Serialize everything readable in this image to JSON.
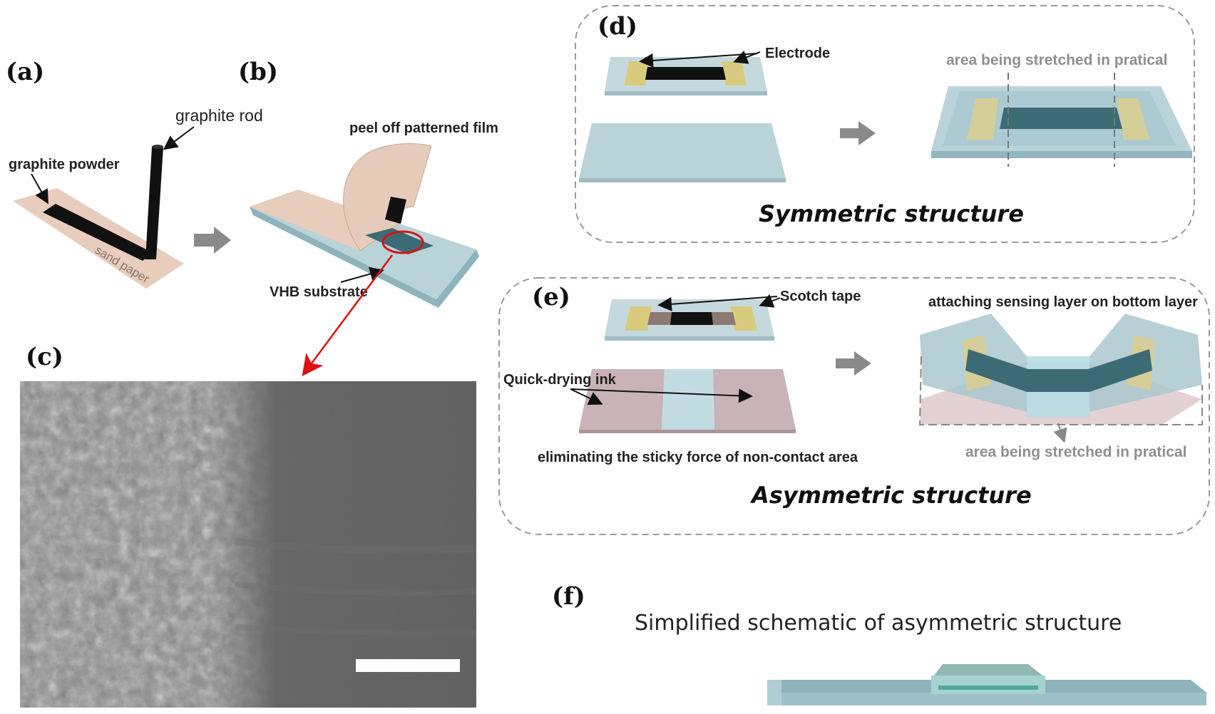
{
  "panels": {
    "a": {
      "label": "(a)",
      "graphite_rod": "graphite rod",
      "graphite_powder": "graphite powder",
      "sand_paper": "sand paper"
    },
    "b": {
      "label": "(b)",
      "peel_off": "peel off patterned film",
      "vhb": "VHB substrate"
    },
    "c": {
      "label": "(c)"
    },
    "d": {
      "label": "(d)",
      "electrode": "Electrode",
      "stretched": "area being stretched in pratical",
      "caption": "Symmetric structure"
    },
    "e": {
      "label": "(e)",
      "scotch": "Scotch tape",
      "attaching": "attaching sensing layer on bottom layer",
      "ink": "Quick-drying ink",
      "eliminating": "eliminating the sticky force of non-contact area",
      "stretched": "area being stretched in pratical",
      "caption": "Asymmetric structure"
    },
    "f": {
      "label": "(f)",
      "title": "Simplified schematic of asymmetric structure"
    }
  },
  "colors": {
    "substrate": "#b9d3d9",
    "substrate_edge": "#8fb3bd",
    "sand_paper": "#e8cdbd",
    "graphite": "#111111",
    "electrode": "#d9cb7e",
    "sensing": "#3c6b76",
    "ink": "#c9b3b8",
    "arrow_gray": "#8a8a8a",
    "highlight_red": "#dd1111",
    "sem_bg": "#6a6a6a"
  }
}
